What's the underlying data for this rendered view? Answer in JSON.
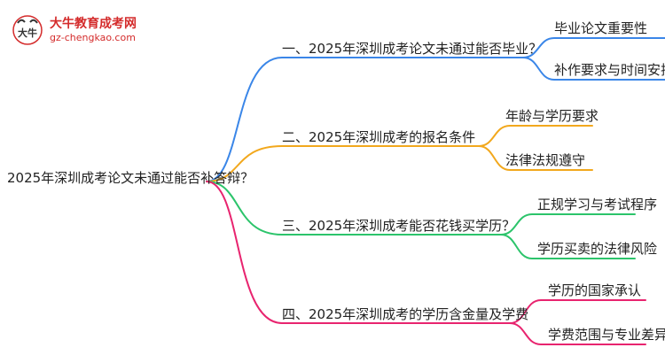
{
  "logo": {
    "name": "大牛教育成考网",
    "url": "gz-chengkao.com",
    "mark_text": "大牛"
  },
  "mindmap": {
    "root": "2025年深圳成考论文未通过能否补答辩？",
    "branches": [
      {
        "label": "一、2025年深圳成考论文未通过能否毕业？",
        "color": "#3a86e8",
        "children": [
          "毕业论文重要性",
          "补作要求与时间安排"
        ]
      },
      {
        "label": "二、2025年深圳成考的报名条件",
        "color": "#f2a81d",
        "children": [
          "年龄与学历要求",
          "法律法规遵守"
        ]
      },
      {
        "label": "三、2025年深圳成考能否花钱买学历？",
        "color": "#2cc46b",
        "children": [
          "正规学习与考试程序",
          "学历买卖的法律风险"
        ]
      },
      {
        "label": "四、2025年深圳成考的学历含金量及学费",
        "color": "#e8246f",
        "children": [
          "学历的国家承认",
          "学费范围与专业差异"
        ]
      }
    ]
  }
}
